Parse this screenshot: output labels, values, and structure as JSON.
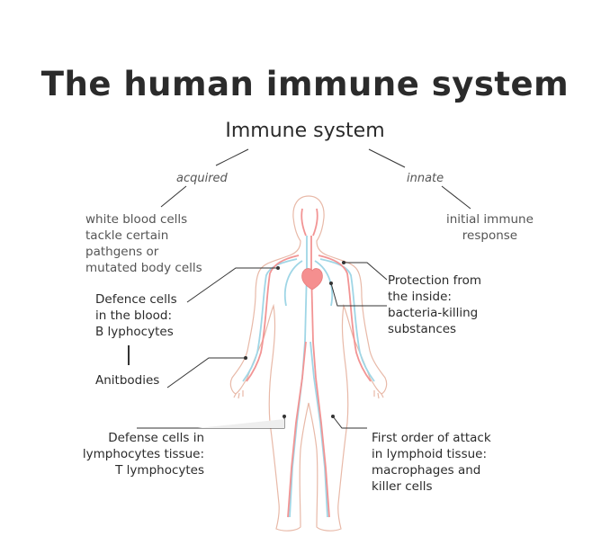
{
  "title": "The human immune system",
  "root": "Immune system",
  "branches": {
    "acquired": "acquired",
    "innate": "innate"
  },
  "acquired_desc": "white blood  cells\ntackle certain\npathgens or\nmutated body cells",
  "innate_desc": "initial immune\nresponse",
  "labels": {
    "defence_cells": "Defence cells\nin the blood:\nB lyphocytes",
    "antibodies": "Anitbodies",
    "defense_tissue": "Defense cells in\nlymphocytes tissue:\nT lymphocytes",
    "protection": "Protection from\nthe inside:\nbacteria-killing\nsubstances",
    "first_order": "First order of attack\nin lymphoid tissue:\nmacrophages and\nkiller cells"
  },
  "colors": {
    "body_outline": "#e8b9a8",
    "artery": "#f29494",
    "vein": "#9fd6e6",
    "heart": "#f58f8f",
    "connector": "#333333"
  }
}
